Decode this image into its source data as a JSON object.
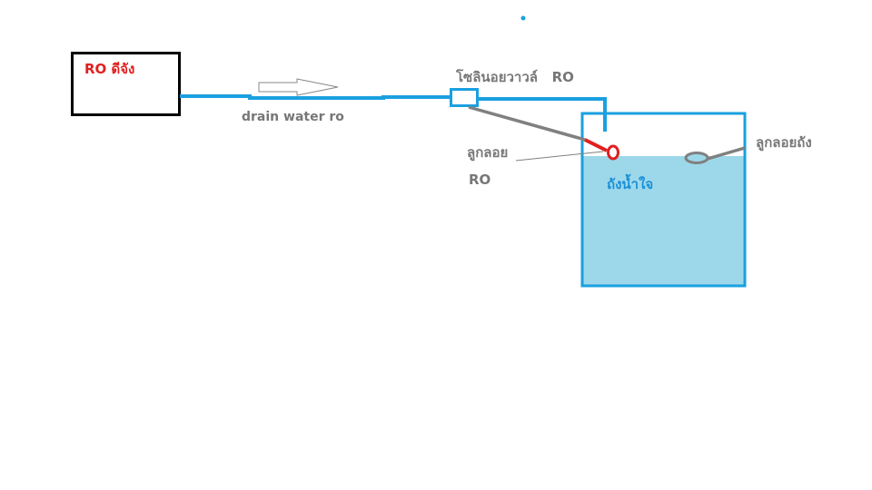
{
  "diagram": {
    "ro_unit_label": "RO ดีจัง",
    "drain_label": "drain water ro",
    "solenoid_label": "โซลินอยวาวล์   RO",
    "ro_float_label_line1": "ลูกลอย",
    "ro_float_label_line2": "RO",
    "tank_label": "ถังน้ำใจ",
    "tank_float_label": "ลูกลอยถัง"
  },
  "colors": {
    "pipe": "#1aa0e0",
    "water": "#9dd8ea",
    "ro_label": "#e02020",
    "tank_label": "#1a90d8",
    "gray_text": "#777777",
    "float_rod": "#808080",
    "ro_float": "#e02020",
    "box_border": "#000000"
  }
}
